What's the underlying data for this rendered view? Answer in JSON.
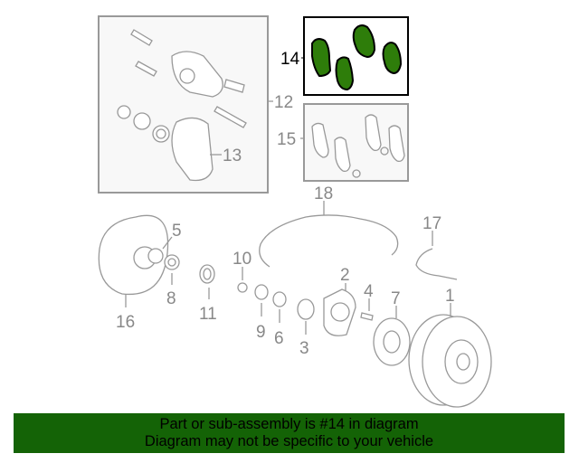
{
  "diagram": {
    "highlighted_part": "14",
    "highlight_color": "#2e7d0a",
    "callouts": [
      "1",
      "2",
      "3",
      "4",
      "5",
      "6",
      "7",
      "8",
      "9",
      "10",
      "11",
      "12",
      "13",
      "14",
      "15",
      "16",
      "17",
      "18"
    ]
  },
  "banner": {
    "line1": "Part or sub-assembly is #14 in diagram",
    "line2": "Diagram may not be specific to your vehicle",
    "color": "#146306"
  }
}
